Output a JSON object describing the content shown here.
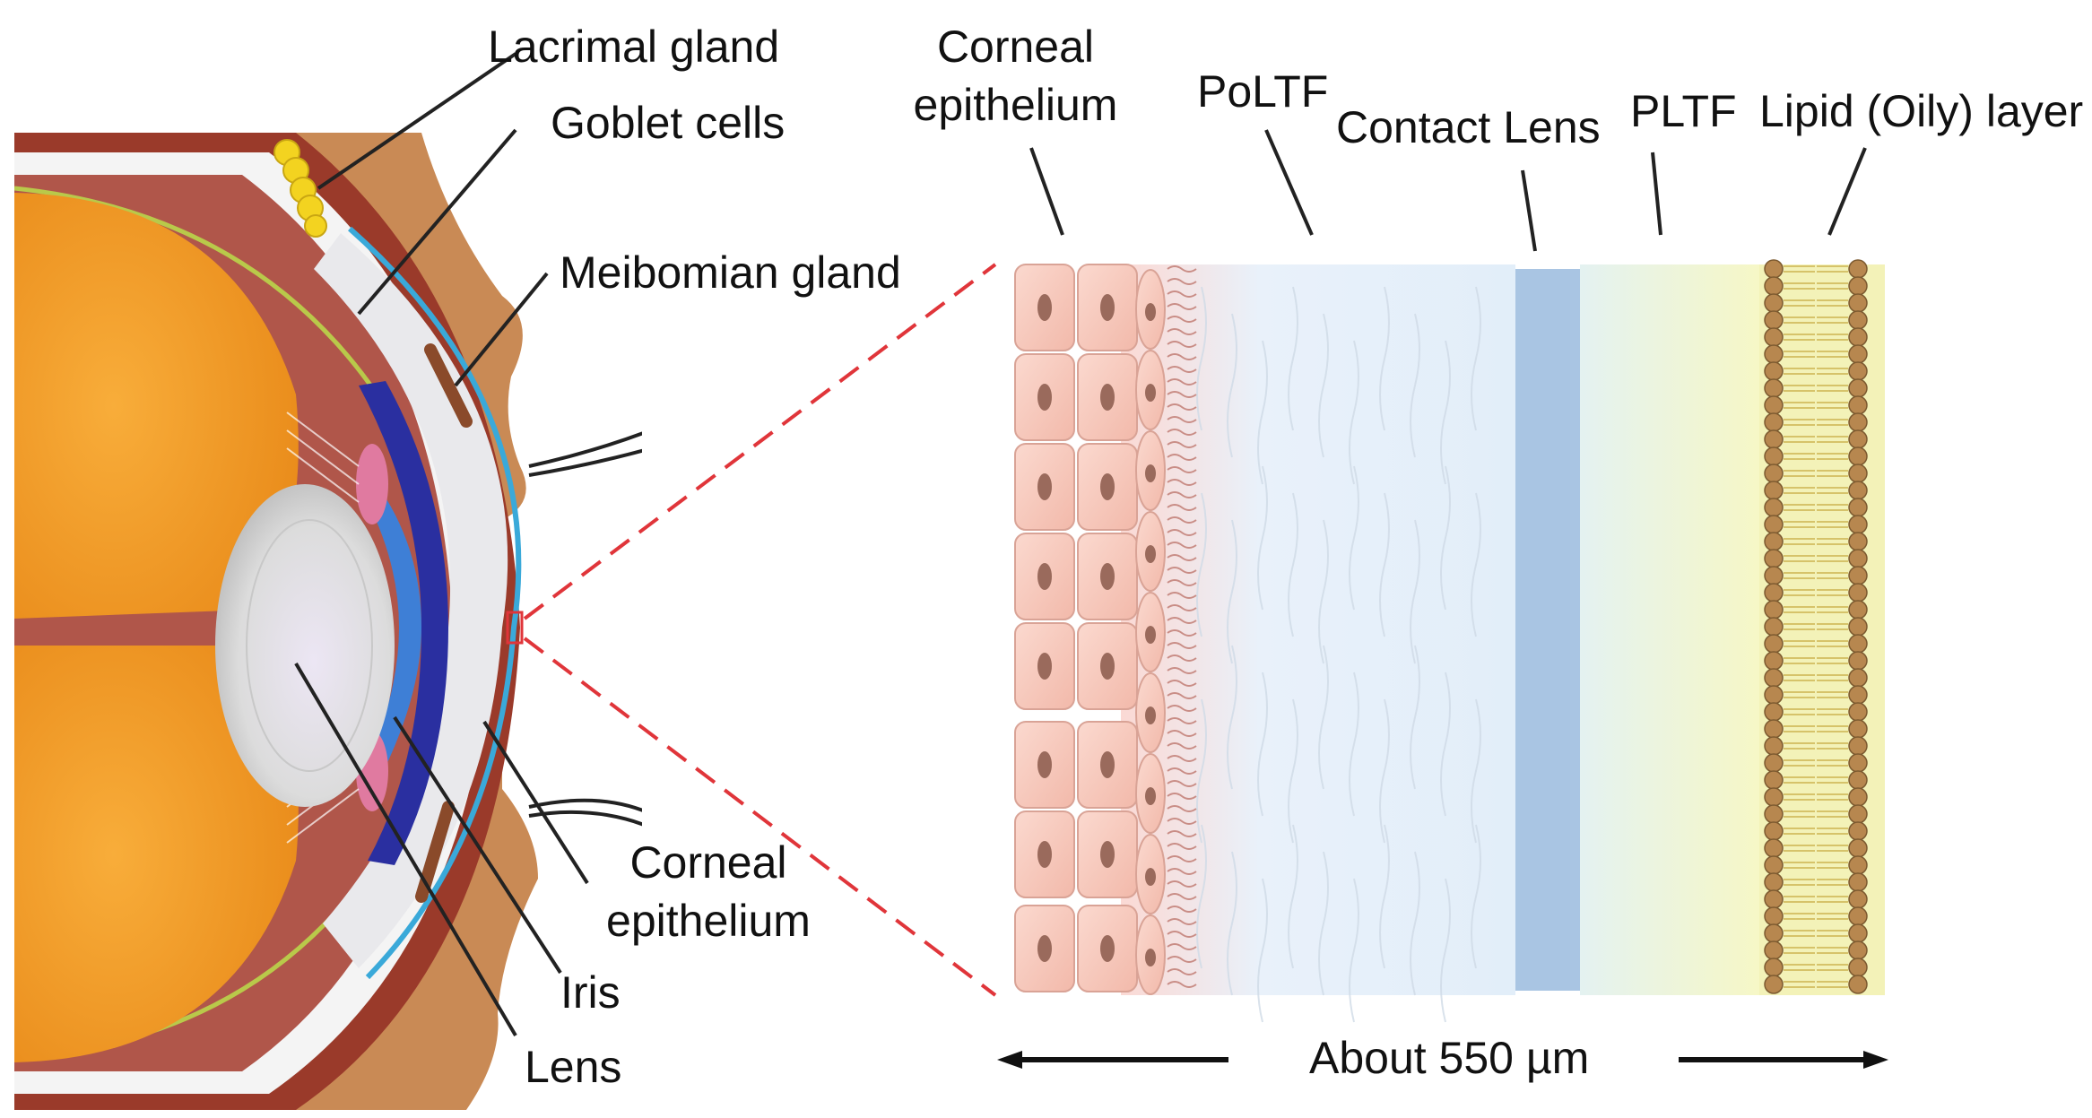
{
  "eye_labels": {
    "lacrimal_gland": "Lacrimal gland",
    "goblet_cells": "Goblet cells",
    "meibomian_gland": "Meibomian gland",
    "corneal_epithelium_line1": "Corneal",
    "corneal_epithelium_line2": "epithelium",
    "iris": "Iris",
    "lens": "Lens"
  },
  "layer_labels": {
    "corneal_epithelium_line1": "Corneal",
    "corneal_epithelium_line2": "epithelium",
    "poltf": "PoLTF",
    "contact_lens": "Contact Lens",
    "pltf": "PLTF",
    "lipid_layer": "Lipid (Oily) layer"
  },
  "scale": {
    "label": "About 550 µm"
  },
  "colors": {
    "vitreous_orange": "#f59a23",
    "skin_brown": "#c98a55",
    "iris_blue": "#2a2fa0",
    "callout_red": "#e0353a",
    "contact_lens_blue": "#a9c5e3",
    "epithelium_pink": "#f6c9bd",
    "lipid_yellow": "#f3f2b8"
  }
}
